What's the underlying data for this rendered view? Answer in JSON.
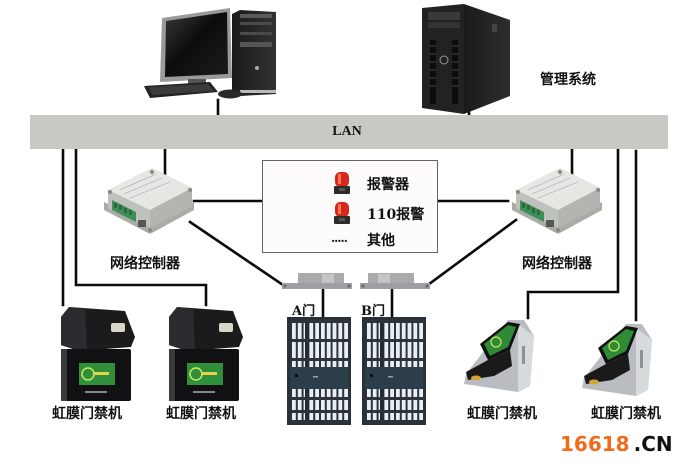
{
  "diagram": {
    "title": "Iris access control network topology",
    "network": {
      "label": "LAN"
    },
    "management": {
      "label": "管理系统"
    },
    "controllers": [
      {
        "id": "left",
        "label": "网络控制器"
      },
      {
        "id": "right",
        "label": "网络控制器"
      }
    ],
    "alarm_panel": {
      "items": [
        {
          "icon": "alarm-beacon-icon",
          "label": "报警器"
        },
        {
          "icon": "alarm-beacon-icon",
          "label": "110报警"
        },
        {
          "icon": "ellipsis",
          "prefix": ".....",
          "label": "其他"
        }
      ]
    },
    "doors": [
      {
        "id": "A",
        "label": "A门"
      },
      {
        "id": "B",
        "label": "B门"
      }
    ],
    "terminals": [
      {
        "label": "虹膜门禁机",
        "style": "wall-mounted"
      },
      {
        "label": "虹膜门禁机",
        "style": "wall-mounted"
      },
      {
        "label": "虹膜门禁机",
        "style": "desktop"
      },
      {
        "label": "虹膜门禁机",
        "style": "desktop"
      }
    ],
    "colors": {
      "lan_bar": "#c9c9c4",
      "wire": "#0a0a0a",
      "beacon": "#d8281b",
      "watermark_number": "#f26b1d"
    }
  },
  "watermark": {
    "number": "16618",
    "domain": ".CN"
  }
}
